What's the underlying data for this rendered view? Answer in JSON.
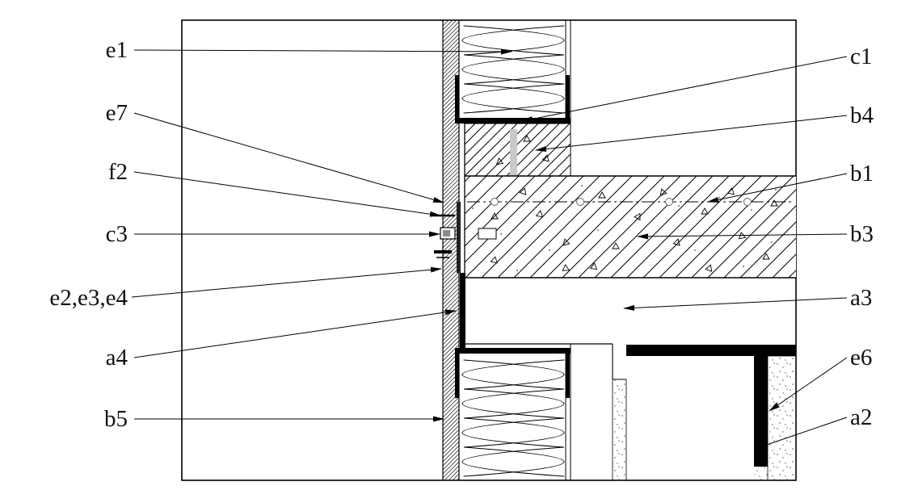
{
  "diagram": {
    "colors": {
      "line": "#000000",
      "background": "#ffffff",
      "steel_fill": "#000000"
    },
    "labels_left": [
      {
        "id": "e1",
        "text": "e1"
      },
      {
        "id": "e7",
        "text": "e7"
      },
      {
        "id": "f2",
        "text": "f2"
      },
      {
        "id": "c3",
        "text": "c3"
      },
      {
        "id": "e2e3e4",
        "text": "e2,e3,e4"
      },
      {
        "id": "a4",
        "text": "a4"
      },
      {
        "id": "b5",
        "text": "b5"
      }
    ],
    "labels_right": [
      {
        "id": "c1",
        "text": "c1"
      },
      {
        "id": "b4",
        "text": "b4"
      },
      {
        "id": "b1",
        "text": "b1"
      },
      {
        "id": "b3",
        "text": "b3"
      },
      {
        "id": "a3",
        "text": "a3"
      },
      {
        "id": "e6",
        "text": "e6"
      },
      {
        "id": "a2",
        "text": "a2"
      }
    ]
  }
}
